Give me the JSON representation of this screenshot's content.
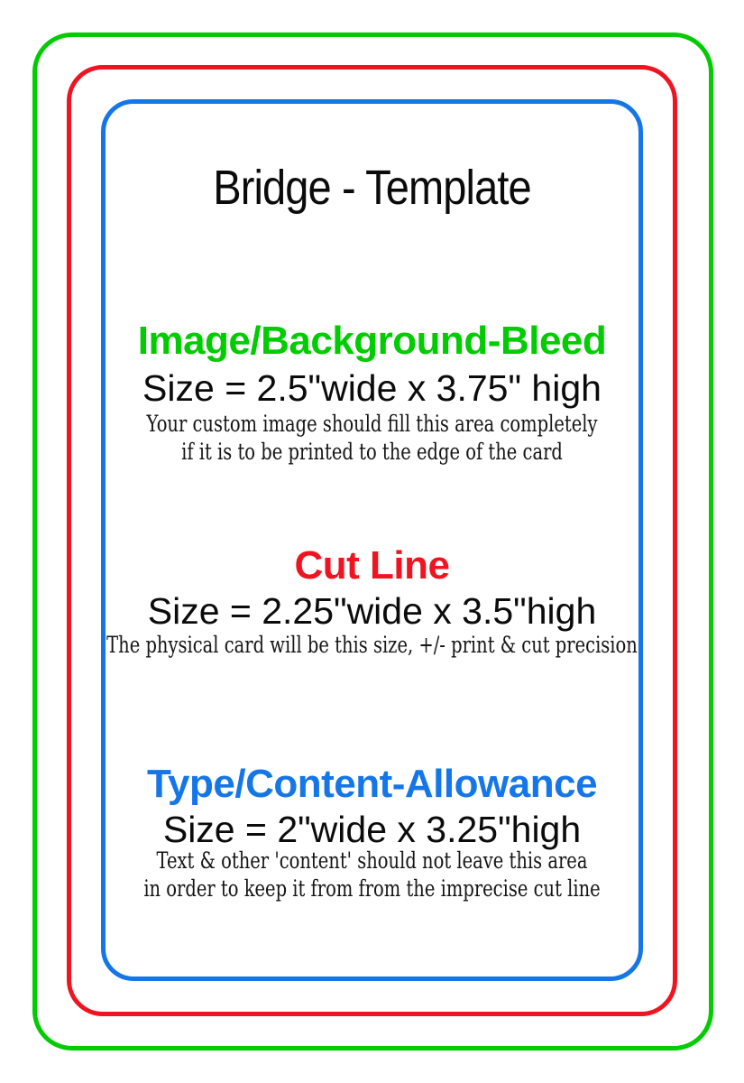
{
  "title": "Bridge - Template",
  "colors": {
    "green": "#00CC00",
    "red": "#F01421",
    "blue": "#1476E8"
  },
  "sections": {
    "bleed": {
      "heading": "Image/Background-Bleed",
      "size": "Size = 2.5\"wide x 3.75\" high",
      "lines": [
        "Your custom image should fill this area completely",
        "if it is to be printed to the edge of the card"
      ]
    },
    "cut": {
      "heading": "Cut Line",
      "size": "Size = 2.25\"wide x 3.5\"high",
      "lines": [
        "The physical card will be this size, +/- print & cut precision"
      ]
    },
    "content": {
      "heading": "Type/Content-Allowance",
      "size": "Size = 2\"wide x 3.25\"high",
      "lines": [
        "Text & other 'content' should not leave this area",
        "in order to keep it from from the imprecise cut line"
      ]
    }
  }
}
